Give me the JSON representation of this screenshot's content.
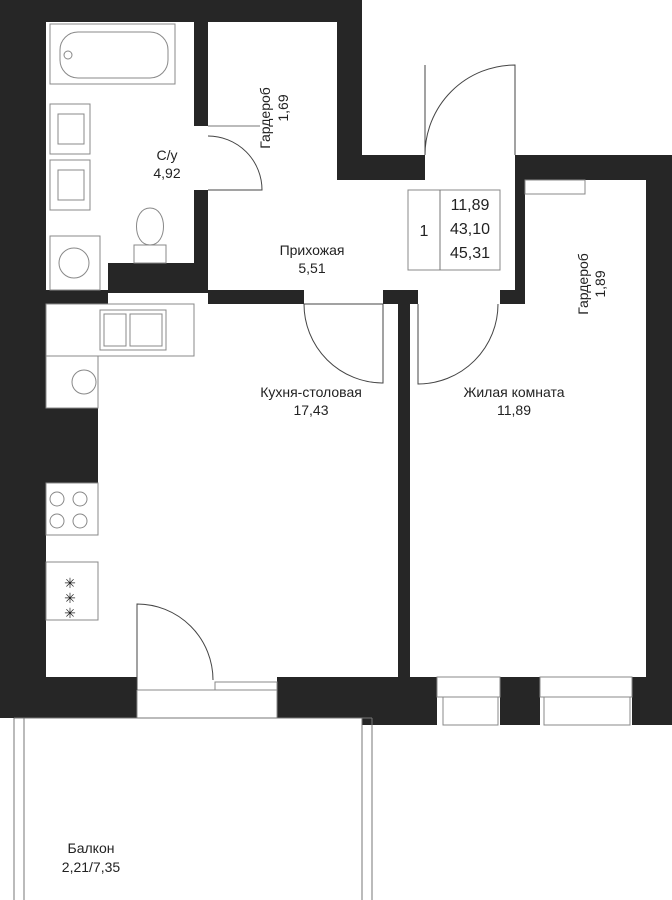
{
  "colors": {
    "wall": "#262626",
    "floor": "#ffffff",
    "line": "#777777"
  },
  "rooms": {
    "bathroom": {
      "name": "С/у",
      "area": "4,92"
    },
    "wardrobe_small": {
      "name": "Гардероб",
      "area": "1,69"
    },
    "hall": {
      "name": "Прихожая",
      "area": "5,51"
    },
    "kitchen": {
      "name": "Кухня-столовая",
      "area": "17,43"
    },
    "living": {
      "name": "Жилая комната",
      "area": "11,89"
    },
    "wardrobe_big": {
      "name": "Гардероб",
      "area": "1,89"
    },
    "balcony": {
      "name": "Балкон",
      "area": "2,21/7,35"
    }
  },
  "summary": {
    "rooms_count": "1",
    "living_area": "11,89",
    "total_area": "43,10",
    "total_with_balcony": "45,31"
  }
}
